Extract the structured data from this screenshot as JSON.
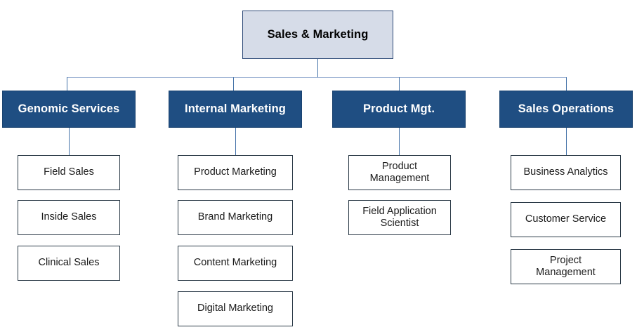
{
  "chart_type": "organization-chart",
  "colors": {
    "root_fill": "#D6DCE8",
    "root_border": "#2E4A78",
    "dept_fill": "#1F4E82",
    "dept_text": "#FFFFFF",
    "leaf_fill": "#FFFFFF",
    "leaf_border": "#2B3A47",
    "leaf_text": "#1A1A1A",
    "connector": "#4472A8",
    "background": "#FFFFFF"
  },
  "root": {
    "label": "Sales & Marketing"
  },
  "departments": [
    {
      "label": "Genomic Services",
      "children": [
        {
          "label": "Field Sales"
        },
        {
          "label": "Inside Sales"
        },
        {
          "label": "Clinical Sales"
        }
      ]
    },
    {
      "label": "Internal Marketing",
      "children": [
        {
          "label": "Product Marketing"
        },
        {
          "label": "Brand Marketing"
        },
        {
          "label": "Content Marketing"
        },
        {
          "label": "Digital Marketing"
        }
      ]
    },
    {
      "label": "Product Mgt.",
      "children": [
        {
          "label": "Product\nManagement"
        },
        {
          "label": "Field Application\nScientist"
        }
      ]
    },
    {
      "label": "Sales Operations",
      "children": [
        {
          "label": "Business Analytics"
        },
        {
          "label": "Customer Service"
        },
        {
          "label": "Project\nManagement"
        }
      ]
    }
  ]
}
